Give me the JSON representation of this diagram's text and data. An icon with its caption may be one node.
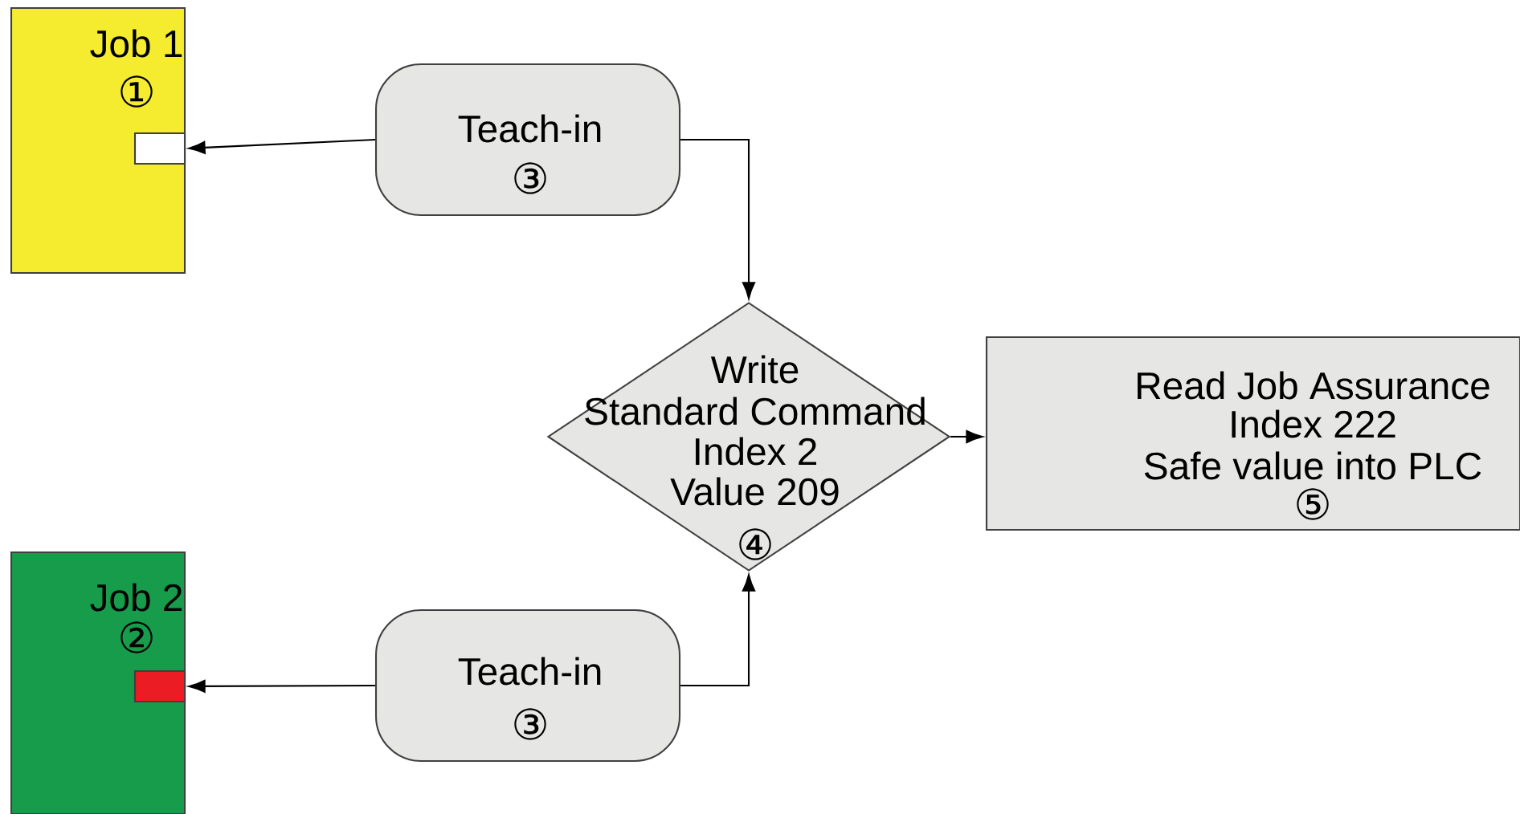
{
  "diagram": {
    "nodes": [
      {
        "text": [
          "Job 1",
          "①"
        ]
      },
      {
        "text": [],
        "shape": "box",
        "in": 0
      },
      {
        "text": [
          "Job 2",
          "②"
        ]
      },
      {
        "text": [],
        "shape": "box",
        "in": 2
      },
      {
        "text": [
          "Teach-in",
          "③"
        ]
      },
      {
        "text": [
          "Teach-in",
          "③"
        ]
      },
      {
        "text": [
          "Write",
          "Standard Command",
          "Index 2",
          "Value 209",
          "④"
        ]
      },
      {
        "text": [
          "Read Job Assurance",
          "Index 222",
          "Safe value into PLC",
          "⑤"
        ]
      }
    ],
    "edges": [
      {
        "from": 4,
        "to": 1,
        "arrow": "to"
      },
      {
        "from": 4,
        "to": 6,
        "arrow": "to"
      },
      {
        "from": 5,
        "to": 3,
        "arrow": "to"
      },
      {
        "from": 5,
        "to": 6,
        "arrow": "to"
      },
      {
        "from": 6,
        "to": 7,
        "arrow": "to"
      }
    ]
  }
}
